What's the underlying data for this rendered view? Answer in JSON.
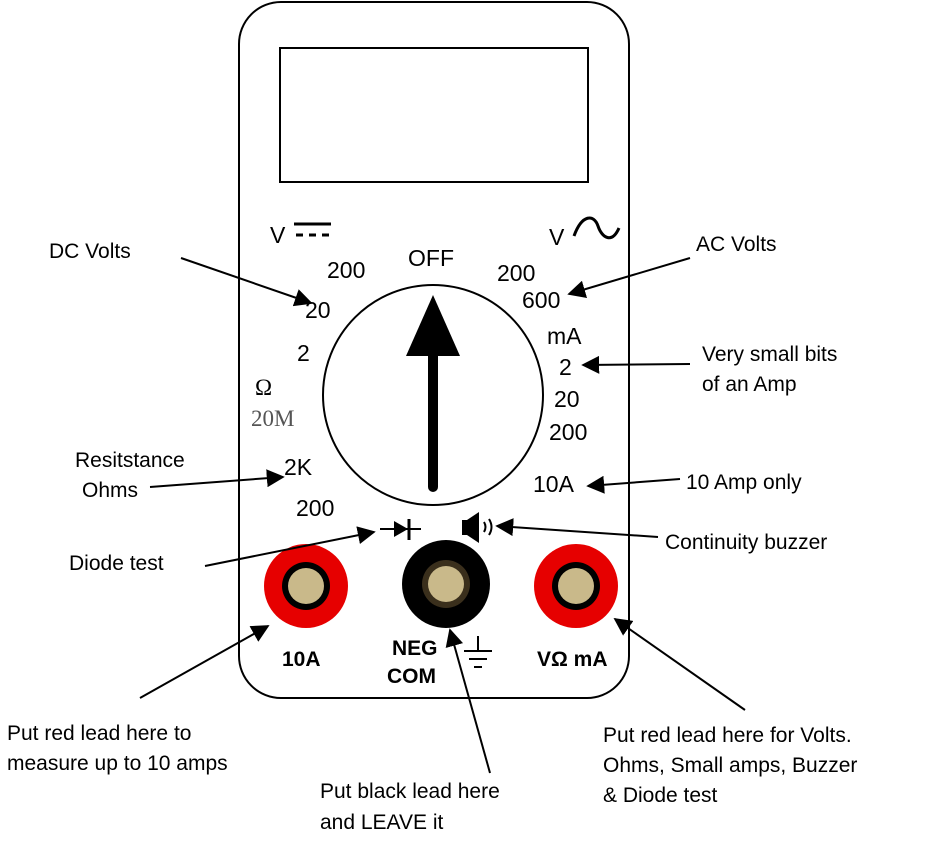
{
  "meter": {
    "dc_symbol": "V",
    "ac_symbol": "V",
    "off": "OFF",
    "ohm_symbol": "Ω",
    "range_20m": "20M",
    "dcv": [
      "200",
      "20",
      "2"
    ],
    "acv": [
      "200",
      "600"
    ],
    "ma_unit": "mA",
    "ma": [
      "2",
      "20",
      "200"
    ],
    "ohms": [
      "2K",
      "200"
    ],
    "amp10": "10A"
  },
  "ports": {
    "left_label": "10A",
    "com_line1": "NEG",
    "com_line2": "COM",
    "right_label": "VΩ mA"
  },
  "annotations": {
    "dc_volts": "DC  Volts",
    "ac_volts": "AC  Volts",
    "small_amps_1": "Very small bits",
    "small_amps_2": "of an  Amp",
    "resistance_1": "Resitstance",
    "resistance_2": "Ohms",
    "ten_amp": "10  Amp only",
    "diode": "Diode test",
    "continuity": "Continuity buzzer",
    "left_lead_1": "Put red lead here to",
    "left_lead_2": "measure up to 10 amps",
    "black_lead_1": "Put black lead here",
    "black_lead_2": "and LEAVE it",
    "right_lead_1": "Put red lead here for Volts.",
    "right_lead_2": "Ohms, Small amps, Buzzer",
    "right_lead_3": "& Diode test"
  },
  "colors": {
    "red_jack": "#e60000",
    "black_jack": "#000000",
    "jack_center": "#c9b98a",
    "outline": "#000000"
  }
}
